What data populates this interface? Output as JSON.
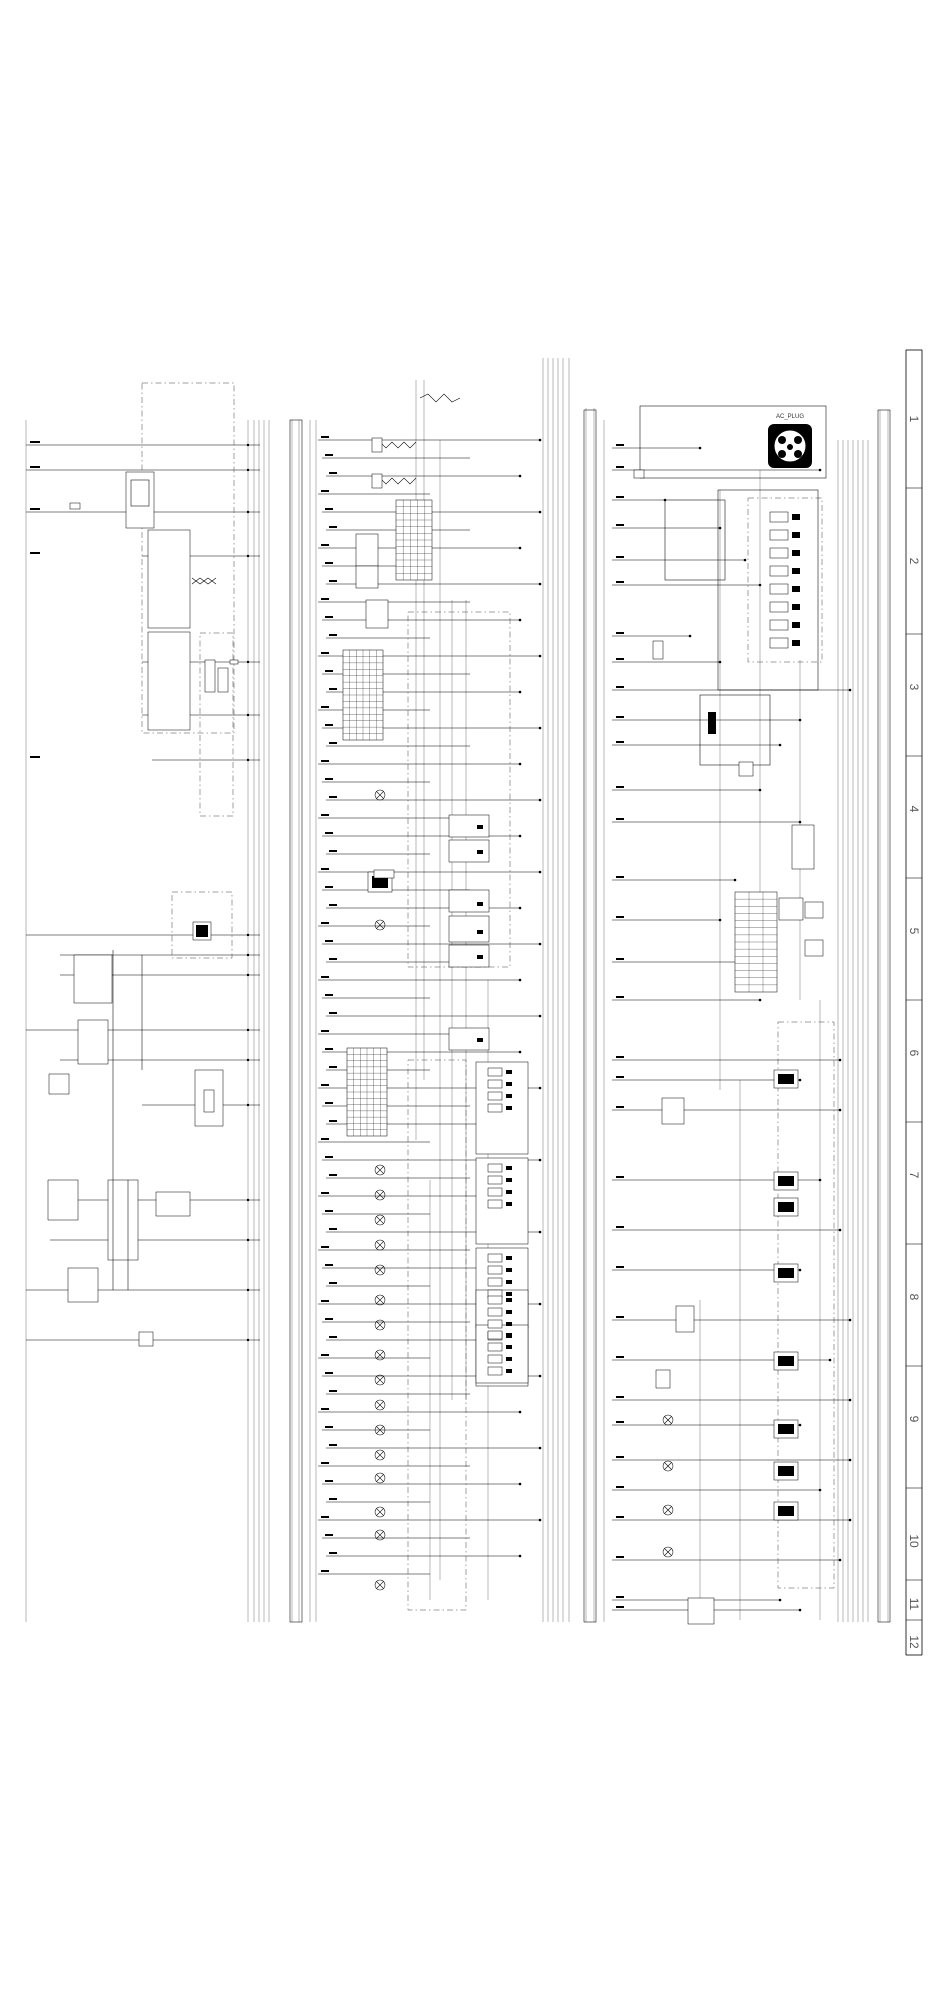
{
  "diagram": {
    "title_top": "",
    "title_left": "",
    "title_right": "",
    "title_bottom": "",
    "plug_label": "AC_PLUG",
    "row_labels": [
      "1",
      "2",
      "3",
      "4",
      "5",
      "6",
      "7",
      "8",
      "9",
      "10",
      "11",
      "12"
    ]
  }
}
